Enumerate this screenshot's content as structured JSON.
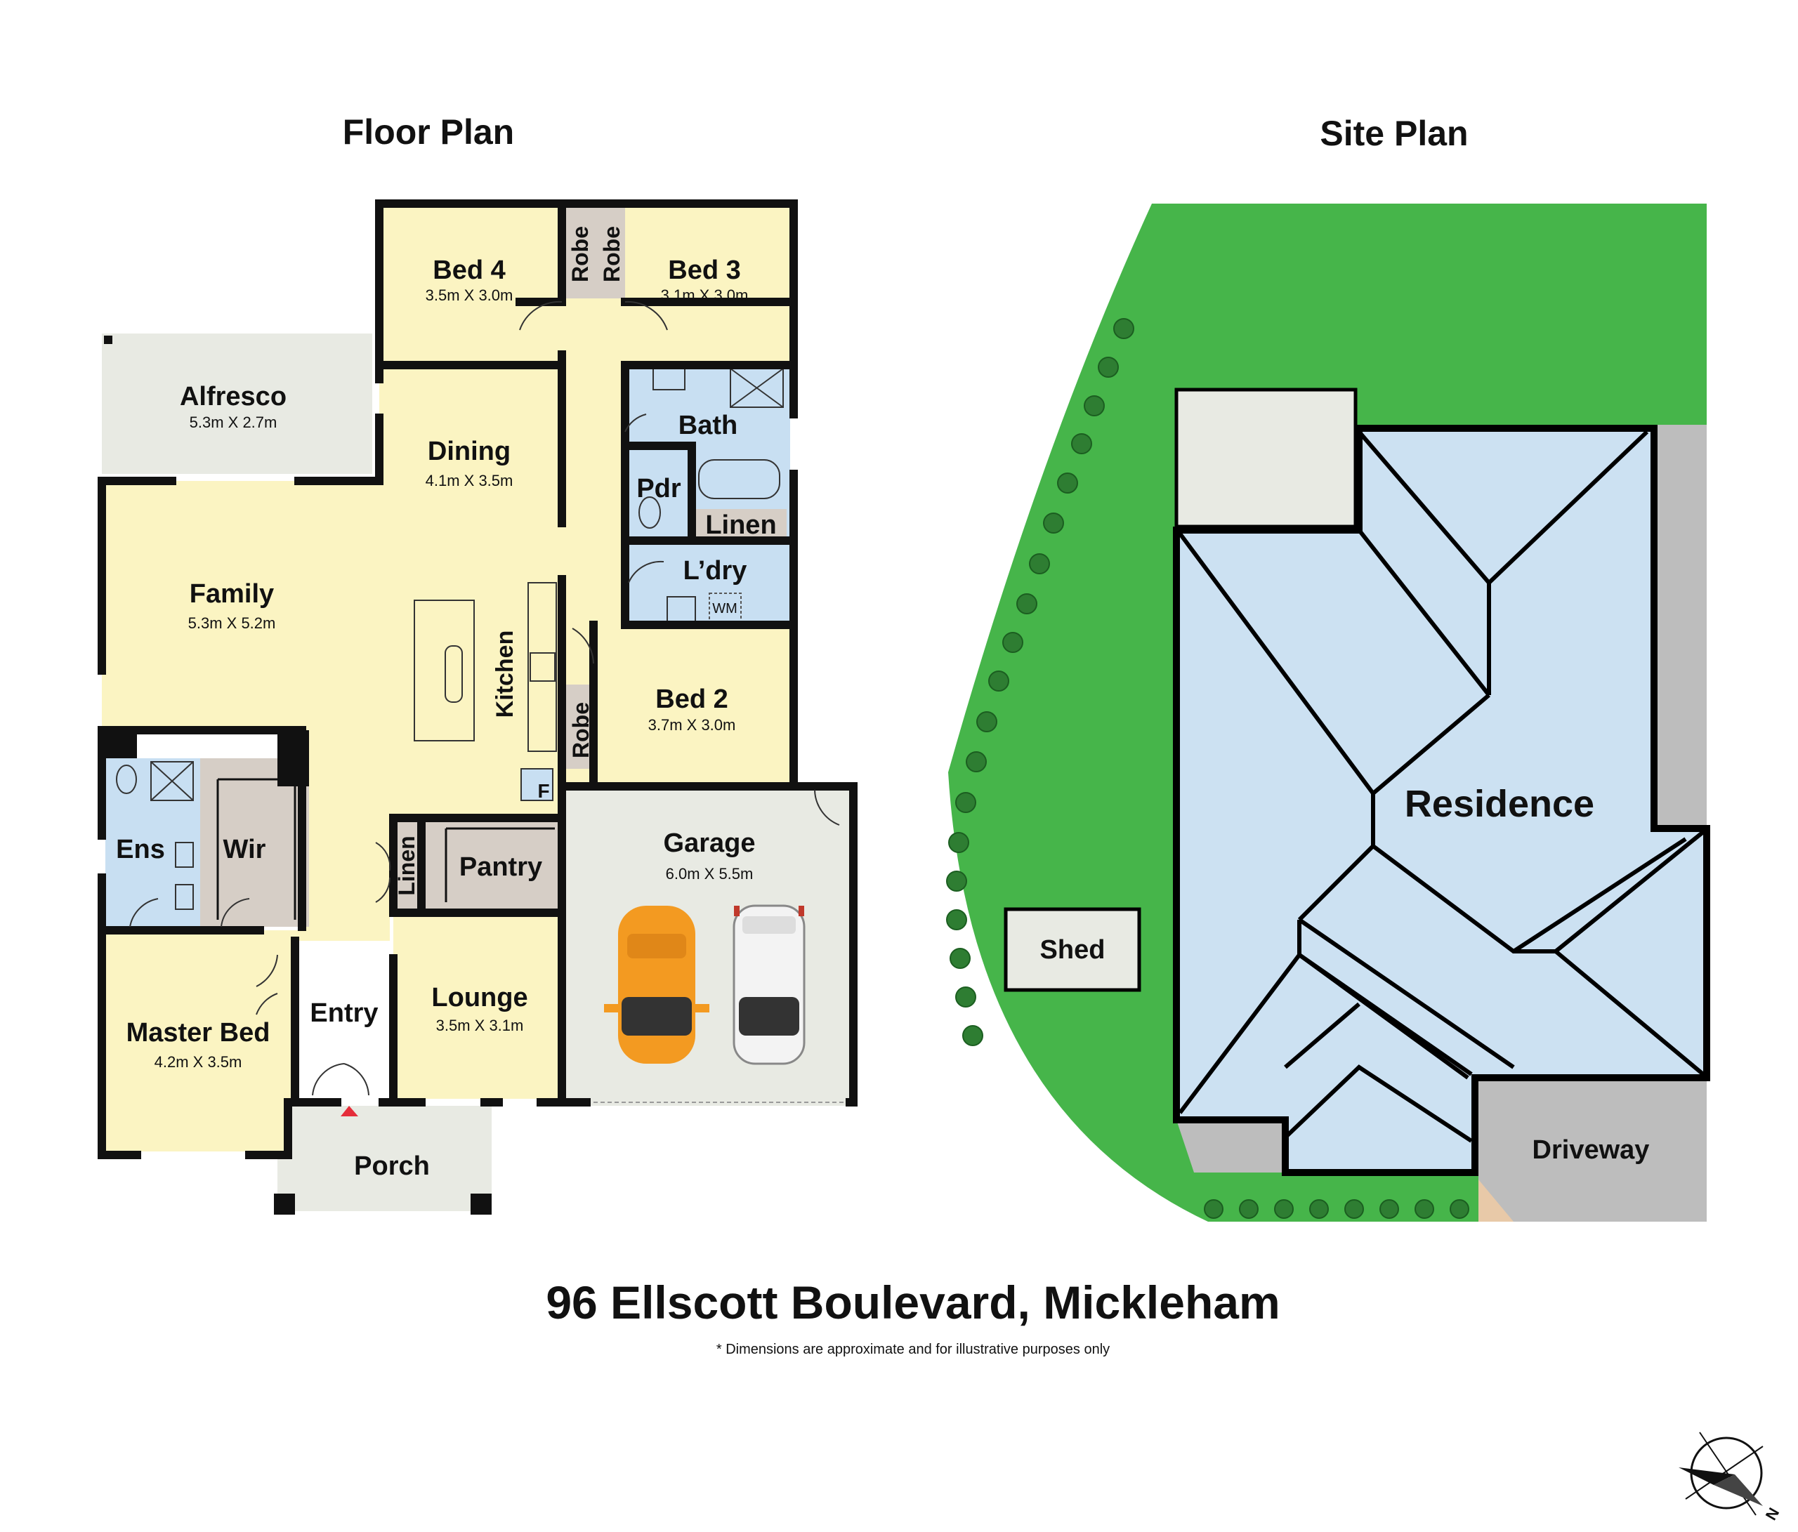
{
  "titles": {
    "floor_plan": "Floor Plan",
    "site_plan": "Site Plan"
  },
  "rooms": {
    "bed4": {
      "name": "Bed 4",
      "size": "3.5m X 3.0m"
    },
    "bed3": {
      "name": "Bed 3",
      "size": "3.1m X 3.0m"
    },
    "robe": "Robe",
    "alfresco": {
      "name": "Alfresco",
      "size": "5.3m X 2.7m"
    },
    "dining": {
      "name": "Dining",
      "size": "4.1m X 3.5m"
    },
    "bath": "Bath",
    "pdr": "Pdr",
    "linen": "Linen",
    "laundry": "L’dry",
    "wm": "WM",
    "family": {
      "name": "Family",
      "size": "5.3m X 5.2m"
    },
    "kitchen": "Kitchen",
    "fridge": "F",
    "bed2": {
      "name": "Bed 2",
      "size": "3.7m X 3.0m"
    },
    "ens": "Ens",
    "wir": "Wir",
    "pantry": "Pantry",
    "garage": {
      "name": "Garage",
      "size": "6.0m X 5.5m"
    },
    "master": {
      "name": "Master Bed",
      "size": "4.2m X 3.5m"
    },
    "entry": "Entry",
    "lounge": {
      "name": "Lounge",
      "size": "3.5m X 3.1m"
    },
    "porch": "Porch"
  },
  "site": {
    "residence": "Residence",
    "shed": "Shed",
    "driveway": "Driveway"
  },
  "address": "96 Ellscott Boulevard, Mickleham",
  "disclaimer": "* Dimensions are approximate and for illustrative purposes only",
  "compass": {
    "label": "N"
  },
  "colors": {
    "bedroom": "#FBF4C2",
    "living": "#FBF4C2",
    "wet_area": "#C8DFF2",
    "storage": "#D6CEC6",
    "outdoor": "#E8EAE3",
    "lawn": "#46B54A",
    "roof": "#CCE1F2",
    "hard_surface": "#BDBDBD",
    "entry_marker": "#E52D3A",
    "car_orange": "#F39A21"
  }
}
